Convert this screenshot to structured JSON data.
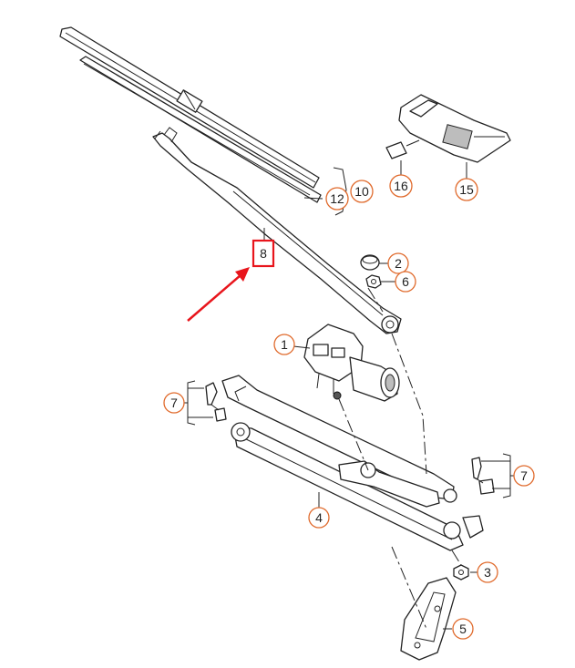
{
  "callouts": {
    "c1": "1",
    "c2": "2",
    "c3": "3",
    "c4": "4",
    "c5": "5",
    "c6": "6",
    "c7a": "7",
    "c7b": "7",
    "c8": "8",
    "c10": "10",
    "c12": "12",
    "c15": "15",
    "c16": "16"
  },
  "colors": {
    "callout_ring": "#e06a2c",
    "highlight": "#e8151c"
  }
}
